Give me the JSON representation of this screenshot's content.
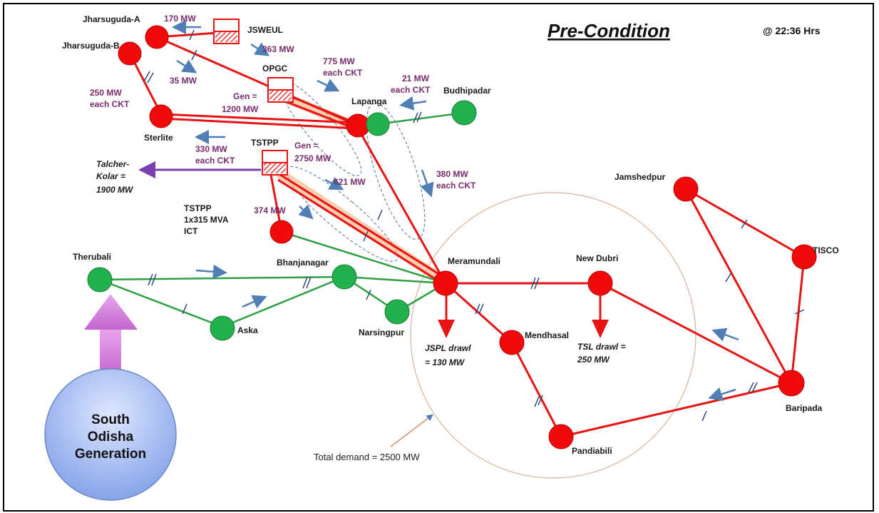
{
  "title": "Pre-Condition",
  "time": "@ 22:36 Hrs",
  "nodes": {
    "jharsuguda_a": "Jharsuguda-A",
    "jharsuguda_b": "Jharsuguda-B",
    "jsweul": "JSWEUL",
    "opgc": "OPGC",
    "sterlite": "Sterlite",
    "tstpp": "TSTPP",
    "tstpp_ict_1": "TSTPP",
    "tstpp_ict_2": "1x315 MVA",
    "tstpp_ict_3": "ICT",
    "lapanga": "Lapanga",
    "budhipadar": "Budhipadar",
    "meramundali": "Meramundali",
    "therubali": "Therubali",
    "bhanjanagar": "Bhanjanagar",
    "aska": "Aska",
    "narsingpur": "Narsingpur",
    "new_dubri": "New Dubri",
    "mendhasal": "Mendhasal",
    "pandiabili": "Pandiabili",
    "jamshedpur": "Jamshedpur",
    "tisco": "TISCO",
    "baripada": "Baripada"
  },
  "flows": {
    "f170": "170 MW",
    "f363": "363 MW",
    "f35": "35 MW",
    "f775a": "775 MW",
    "f775b": "each CKT",
    "f21a": "21 MW",
    "f21b": "each CKT",
    "f250a": "250 MW",
    "f250b": "each CKT",
    "gen1200a": "Gen =",
    "gen1200b": "1200 MW",
    "f330a": "330 MW",
    "f330b": "each CKT",
    "gen2750a": "Gen =",
    "gen2750b": "2750 MW",
    "f621": "621 MW",
    "f380a": "380 MW",
    "f380b": "each CKT",
    "f374": "374 MW"
  },
  "talcher": {
    "l1": "Talcher-",
    "l2": "Kolar =",
    "l3": "1900 MW"
  },
  "drawls": {
    "jspl_1": "JSPL drawl",
    "jspl_2": "= 130 MW",
    "tsl_1": "TSL drawl =",
    "tsl_2": "250 MW"
  },
  "total_demand": "Total demand = 2500 MW",
  "south_odisha": {
    "l1": "South",
    "l2": "Odisha",
    "l3": "Generation"
  },
  "colors": {
    "line_400kv": "#e81414",
    "line_220kv": "#2ea043",
    "node_red": "#f00a0a",
    "node_green": "#22b14c",
    "flow_arrow": "#4f7fb5",
    "mw_text": "#7a2c6e",
    "export_arrow": "#7a3fb0"
  }
}
